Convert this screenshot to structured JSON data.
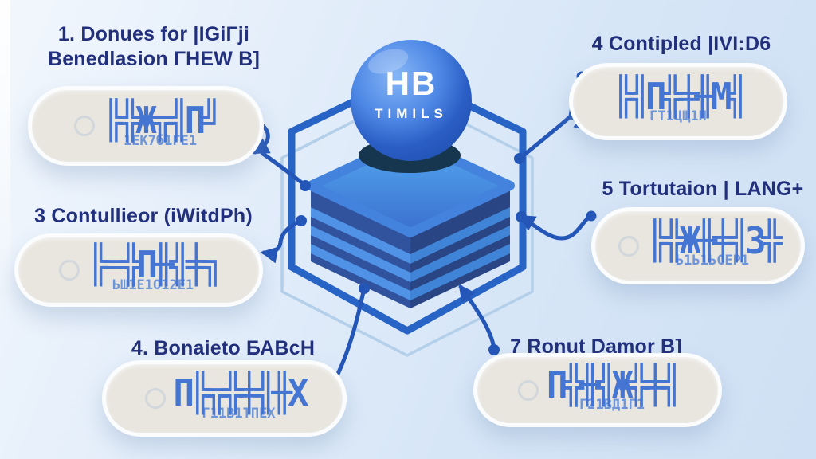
{
  "sphere": {
    "title": "HB",
    "subtitle": "TIMILS"
  },
  "callouts": [
    {
      "heading_line1": "1. Donues for |ΙGiΓji",
      "heading_line2": "Benedlasion ΓHEW B]",
      "glyphs": "╠╬Ж╦╣П╝",
      "subglyphs": "1ЕК7б1ΓЕ1"
    },
    {
      "heading": "3 Contullieor (iWitdPh)",
      "glyphs": "╠═╬П╫╣╪╗",
      "subglyphs": "ЬШ1Е1О12Е1"
    },
    {
      "heading": "4. Bonaieto БАВсН",
      "glyphs": "П╠╦╬╪╣╫Х",
      "subglyphs": "Г11В1ТПЕХ"
    },
    {
      "heading": "4 Contipled |IVI:D6",
      "glyphs": "╠╣П╬╪╫М╣",
      "subglyphs": "ГТ1ЦЩ1П"
    },
    {
      "heading": "5 Tortutaion | LANG+",
      "glyphs": "╠╬Ж╫╪╣З╬",
      "subglyphs": "Ь1Ь1ЬСЕР1"
    },
    {
      "heading": "7 Ronut Damor B]",
      "glyphs": "П╬╫╣Ж╬╪╣",
      "subglyphs": "Г21ВД1Г1"
    }
  ],
  "colors": {
    "background_top": "#f2f7fd",
    "background_bottom": "#cfe0f4",
    "heading_text": "#22307c",
    "glyph_text": "#4575d2",
    "glyph_subtext": "#6e95da",
    "bubble_fill": "#e9e6e0",
    "bubble_border": "#fbfcfd",
    "hexagon_stroke": "#2764c6",
    "ghost_hexagon_stroke": "#b3cfe9",
    "arrow": "#2456b8",
    "sphere_gradient_from": "#86b6f6",
    "sphere_gradient_to": "#2151b3",
    "stack_left_face": "#31529c",
    "stack_right_face": "#2a4583",
    "stack_stripe": "#4f92e6",
    "stack_top_face": "#4383dd",
    "socket_ellipse": "#16354f",
    "sphere_text": "#ffffff"
  }
}
